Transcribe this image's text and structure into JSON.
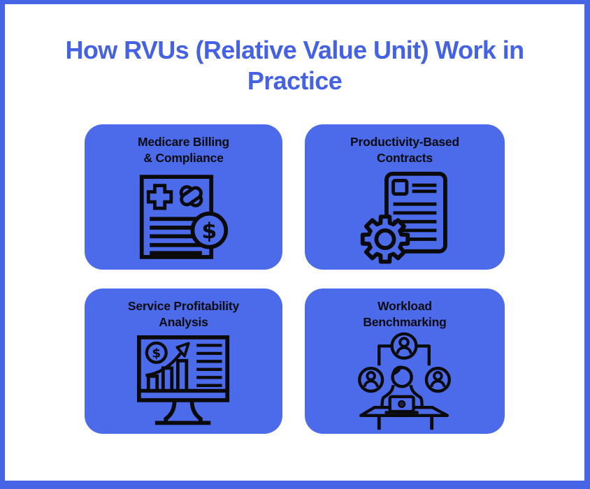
{
  "page": {
    "title_lines": [
      "How RVUs (Relative Value Unit) Work in",
      "Practice"
    ]
  },
  "colors": {
    "frame_border": "#4565e6",
    "card_background": "#4c6beb",
    "title_text": "#4462e3",
    "card_text": "#0c0c10",
    "icon_stroke": "#0a0a0a",
    "page_background": "#ffffff"
  },
  "icons": {
    "dollar_symbol": "$"
  },
  "cards": [
    {
      "id": "medicare-billing",
      "title_lines": [
        "Medicare Billing",
        "& Compliance"
      ],
      "icon": "medical-billing-document-icon"
    },
    {
      "id": "productivity-contracts",
      "title_lines": [
        "Productivity-Based",
        "Contracts"
      ],
      "icon": "contract-gear-icon"
    },
    {
      "id": "service-profitability",
      "title_lines": [
        "Service Profitability",
        "Analysis"
      ],
      "icon": "profit-analytics-monitor-icon"
    },
    {
      "id": "workload-benchmarking",
      "title_lines": [
        "Workload",
        "Benchmarking"
      ],
      "icon": "team-network-desk-icon"
    }
  ]
}
